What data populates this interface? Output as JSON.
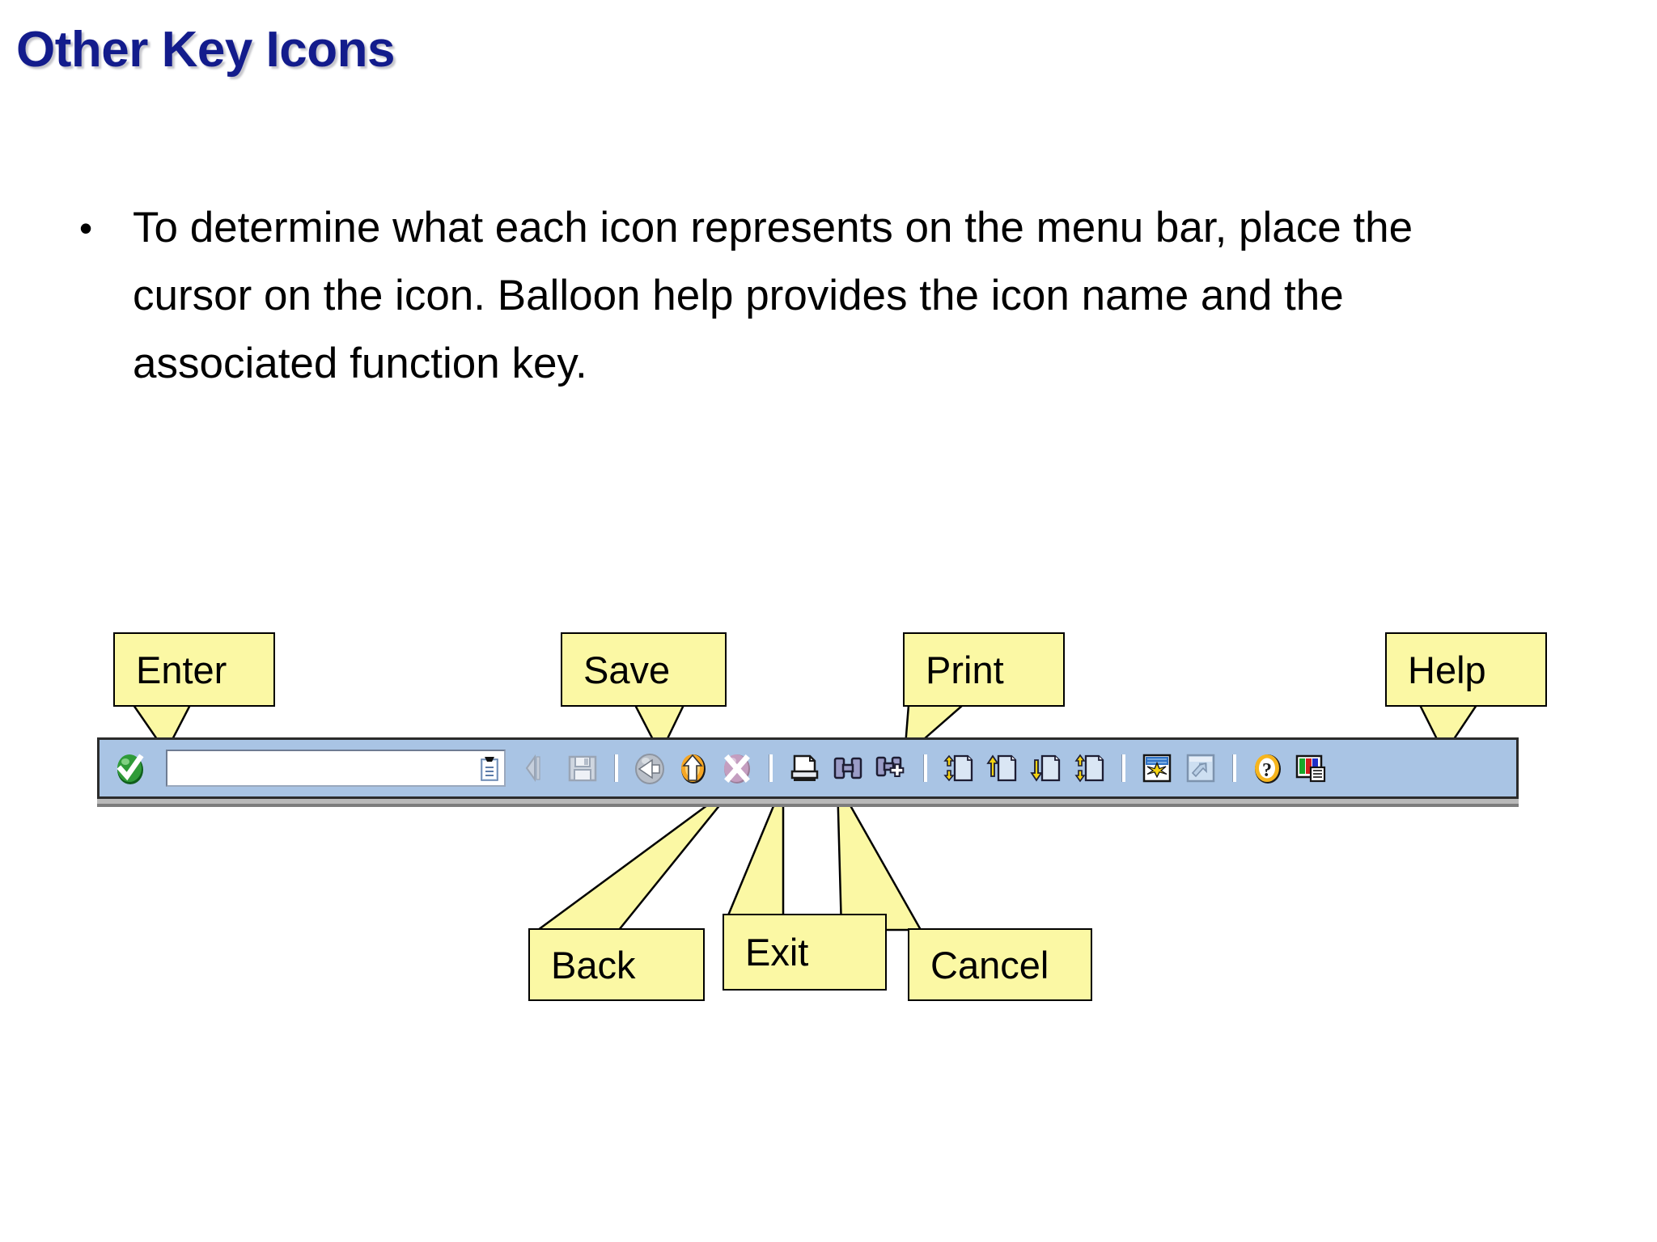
{
  "slide": {
    "title": "Other Key Icons",
    "bullet_marker": "•",
    "bullet_text": "To determine what each icon represents on the menu bar, place the cursor on the icon.  Balloon help provides the icon name and the associated function key."
  },
  "colors": {
    "title_navy": "#131c8c",
    "callout_fill": "#fbf8a4",
    "callout_border": "#000000",
    "toolbar_bg": "#a9c4e4",
    "toolbar_border": "#2b2b2b",
    "enter_green": "#1e8a2e",
    "exit_orange": "#f5a623",
    "cancel_mauve": "#b393b0",
    "help_yellow": "#f5c23a",
    "page_text": "#000000"
  },
  "callouts": [
    {
      "id": "enter",
      "label": "Enter",
      "tail": "down"
    },
    {
      "id": "save",
      "label": "Save",
      "tail": "down-left"
    },
    {
      "id": "print",
      "label": "Print",
      "tail": "down-left"
    },
    {
      "id": "help",
      "label": "Help",
      "tail": "down"
    },
    {
      "id": "back",
      "label": "Back",
      "tail": "up-right"
    },
    {
      "id": "exit",
      "label": "Exit",
      "tail": "up"
    },
    {
      "id": "cancel",
      "label": "Cancel",
      "tail": "up-right"
    }
  ],
  "toolbar": {
    "command_field": {
      "value": "",
      "placeholder": ""
    },
    "items": [
      {
        "icon": "enter-checkmark-icon",
        "name": "Enter"
      },
      {
        "icon": "command-field",
        "name": "Command field"
      },
      {
        "icon": "back-triangle-icon",
        "name": "Previous"
      },
      {
        "icon": "save-floppy-icon",
        "name": "Save"
      },
      {
        "icon": "separator",
        "name": "Separator"
      },
      {
        "icon": "back-arrow-icon",
        "name": "Back"
      },
      {
        "icon": "exit-uparrow-icon",
        "name": "Exit"
      },
      {
        "icon": "cancel-x-icon",
        "name": "Cancel"
      },
      {
        "icon": "separator",
        "name": "Separator"
      },
      {
        "icon": "print-icon",
        "name": "Print"
      },
      {
        "icon": "find-binoculars-icon",
        "name": "Find"
      },
      {
        "icon": "find-next-icon",
        "name": "Find Next"
      },
      {
        "icon": "separator",
        "name": "Separator"
      },
      {
        "icon": "first-page-icon",
        "name": "First Page"
      },
      {
        "icon": "previous-page-icon",
        "name": "Previous Page"
      },
      {
        "icon": "next-page-icon",
        "name": "Next Page"
      },
      {
        "icon": "last-page-icon",
        "name": "Last Page"
      },
      {
        "icon": "separator",
        "name": "Separator"
      },
      {
        "icon": "create-session-icon",
        "name": "Create Session"
      },
      {
        "icon": "create-shortcut-icon",
        "name": "Create Shortcut"
      },
      {
        "icon": "separator",
        "name": "Separator"
      },
      {
        "icon": "help-question-icon",
        "name": "Help"
      },
      {
        "icon": "customize-layout-icon",
        "name": "Customize Local Layout"
      }
    ]
  }
}
